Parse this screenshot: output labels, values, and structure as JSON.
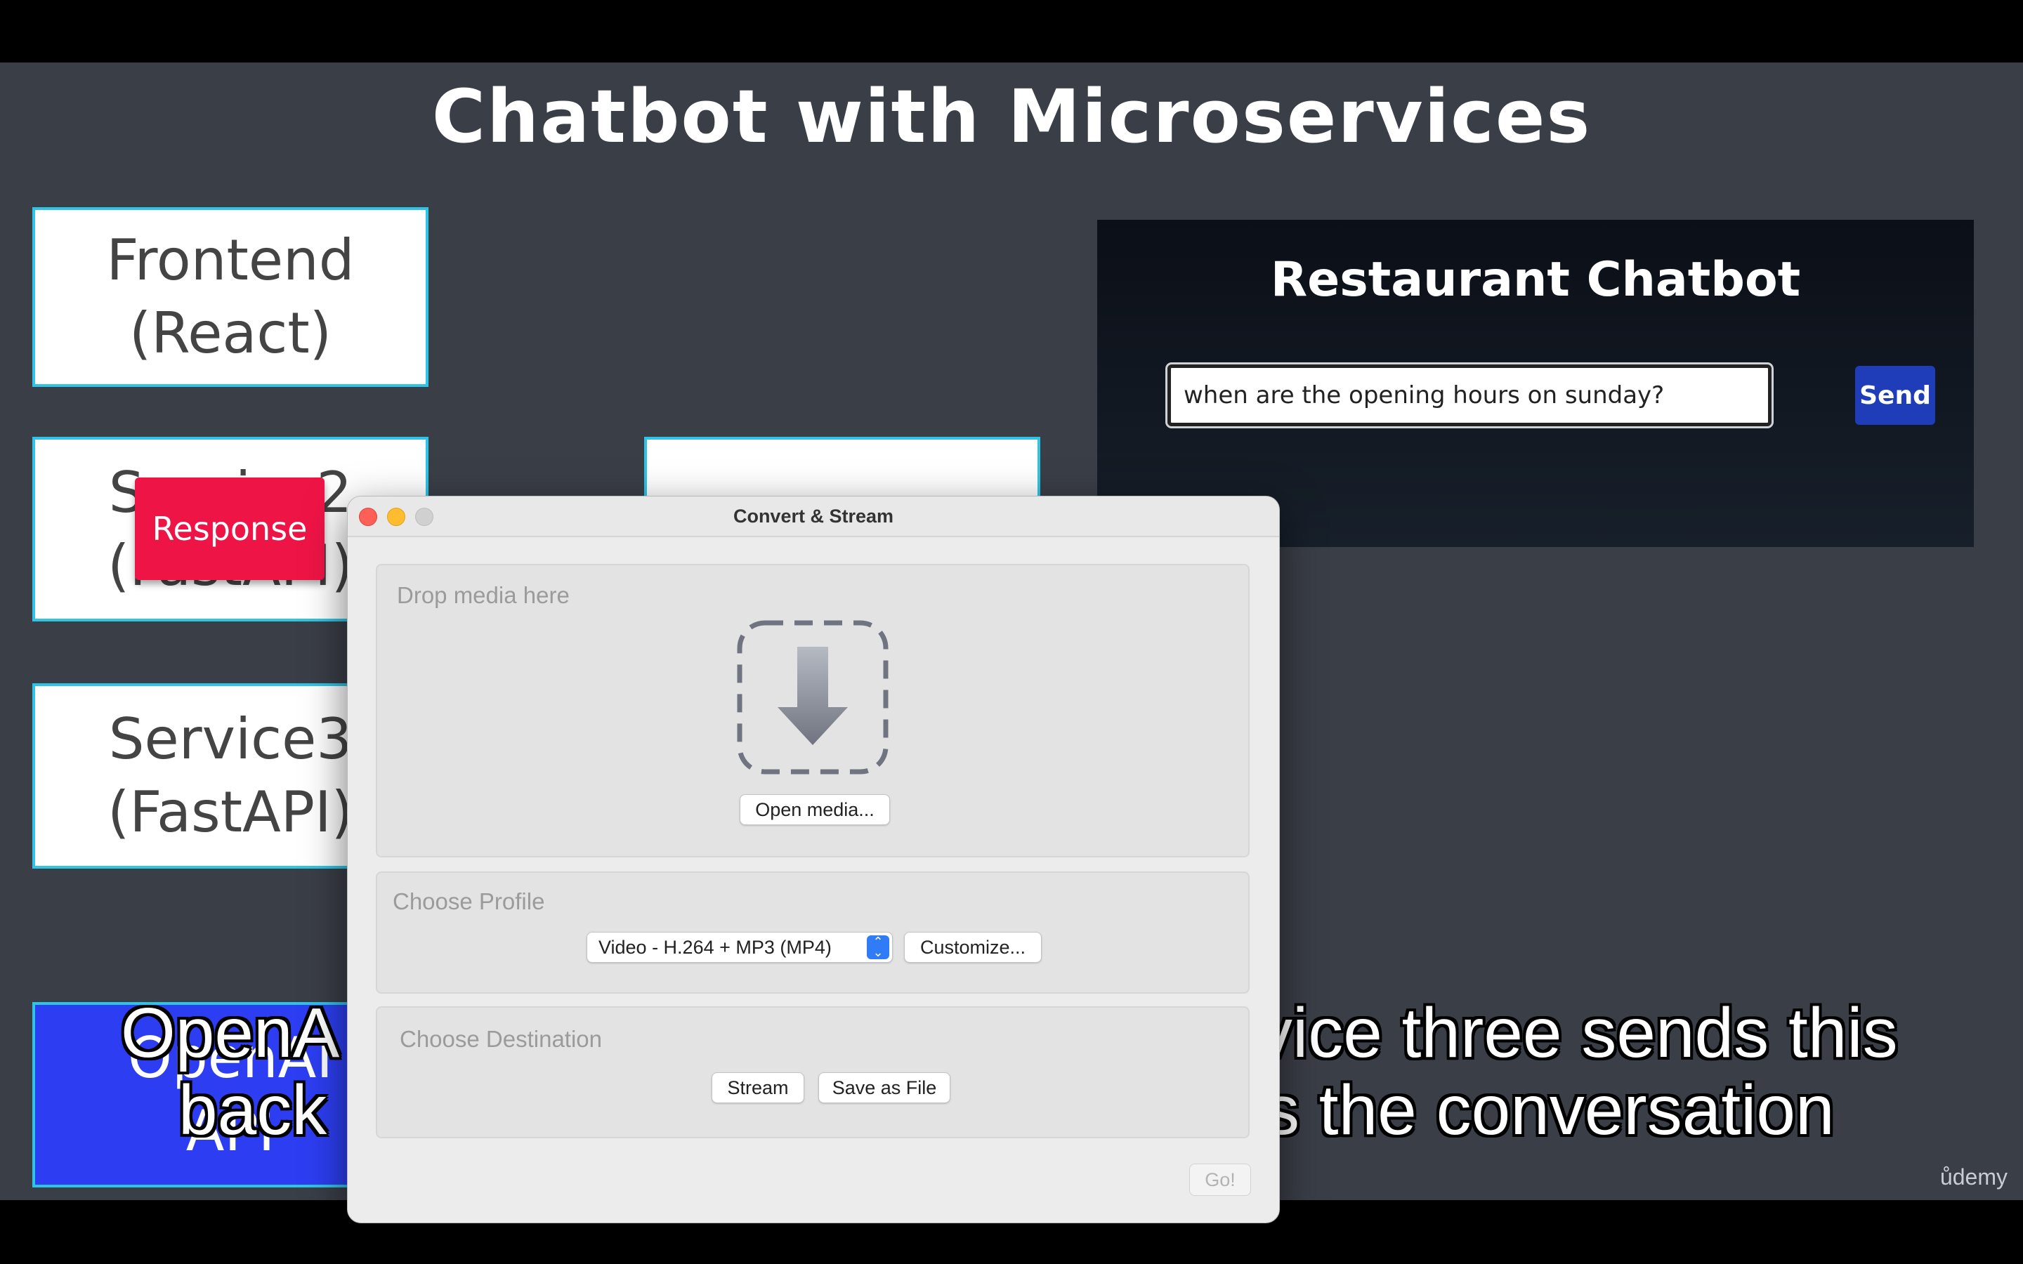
{
  "slide": {
    "title": "Chatbot with Microservices",
    "boxes": {
      "frontend_line1": "Frontend",
      "frontend_line2": "(React)",
      "service2_line1": "Service2",
      "service2_line2": "(FastAPI)",
      "service3_line1": "Service3",
      "service3_line2": "(FastAPI)",
      "openai_line1": "OpenAI",
      "openai_line2": "API"
    },
    "response_label": "Response",
    "watermark": "ůdemy"
  },
  "chatbot": {
    "title": "Restaurant Chatbot",
    "input_value": "when are the opening hours on sunday?",
    "send_label": "Send"
  },
  "captions": {
    "left_line1": "OpenA",
    "left_line2": "back",
    "right_line1": "vice three sends this",
    "right_line2": "s the conversation"
  },
  "dialog": {
    "title": "Convert & Stream",
    "drop_label": "Drop media here",
    "open_media": "Open media...",
    "profile_label": "Choose Profile",
    "profile_value": "Video - H.264 + MP3 (MP4)",
    "customize": "Customize...",
    "destination_label": "Choose Destination",
    "stream": "Stream",
    "save_as_file": "Save as File",
    "go": "Go!"
  },
  "colors": {
    "slide_bg": "#3a3e47",
    "box_border": "#2ec4e6",
    "response_red": "#ef1446",
    "openai_blue": "#2d3ef2",
    "send_blue": "#1f3db8",
    "select_accent": "#2f7cf6"
  }
}
